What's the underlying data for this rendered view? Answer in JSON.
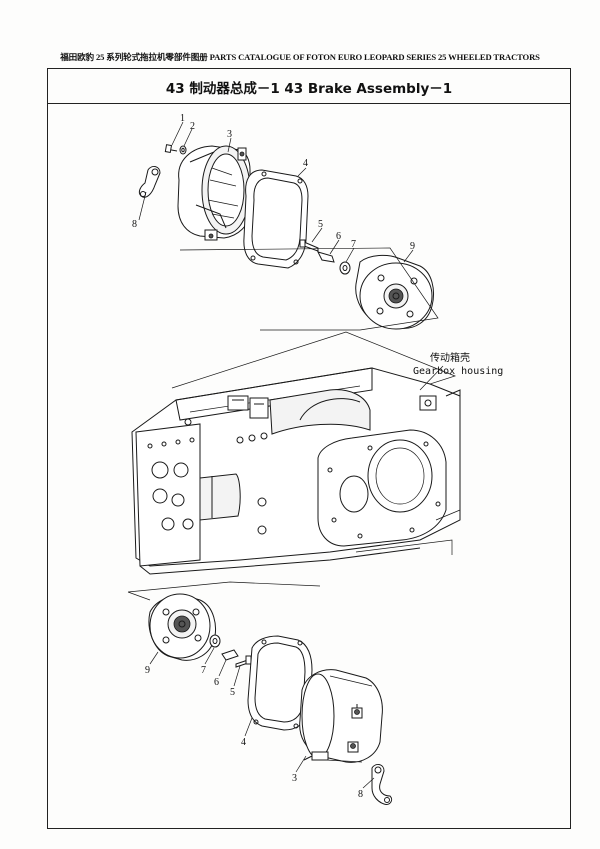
{
  "header": {
    "text": "福田欧豹 25 系列轮式拖拉机零部件图册  PARTS CATALOGUE  OF FOTON EURO LEOPARD SERIES 25 WHEELED TRACTORS"
  },
  "title": {
    "text": "43 制动器总成－1   43 Brake Assembly－1"
  },
  "labels": {
    "housing_cn": "传动箱壳",
    "housing_en": "Gearbox housing"
  },
  "callouts_top": {
    "c1": "1",
    "c2": "2",
    "c3": "3",
    "c4": "4",
    "c5": "5",
    "c6": "6",
    "c7": "7",
    "c8": "8",
    "c9": "9"
  },
  "callouts_bottom": {
    "c3": "3",
    "c4": "4",
    "c5": "5",
    "c6": "6",
    "c7": "7",
    "c8": "8",
    "c9": "9"
  }
}
